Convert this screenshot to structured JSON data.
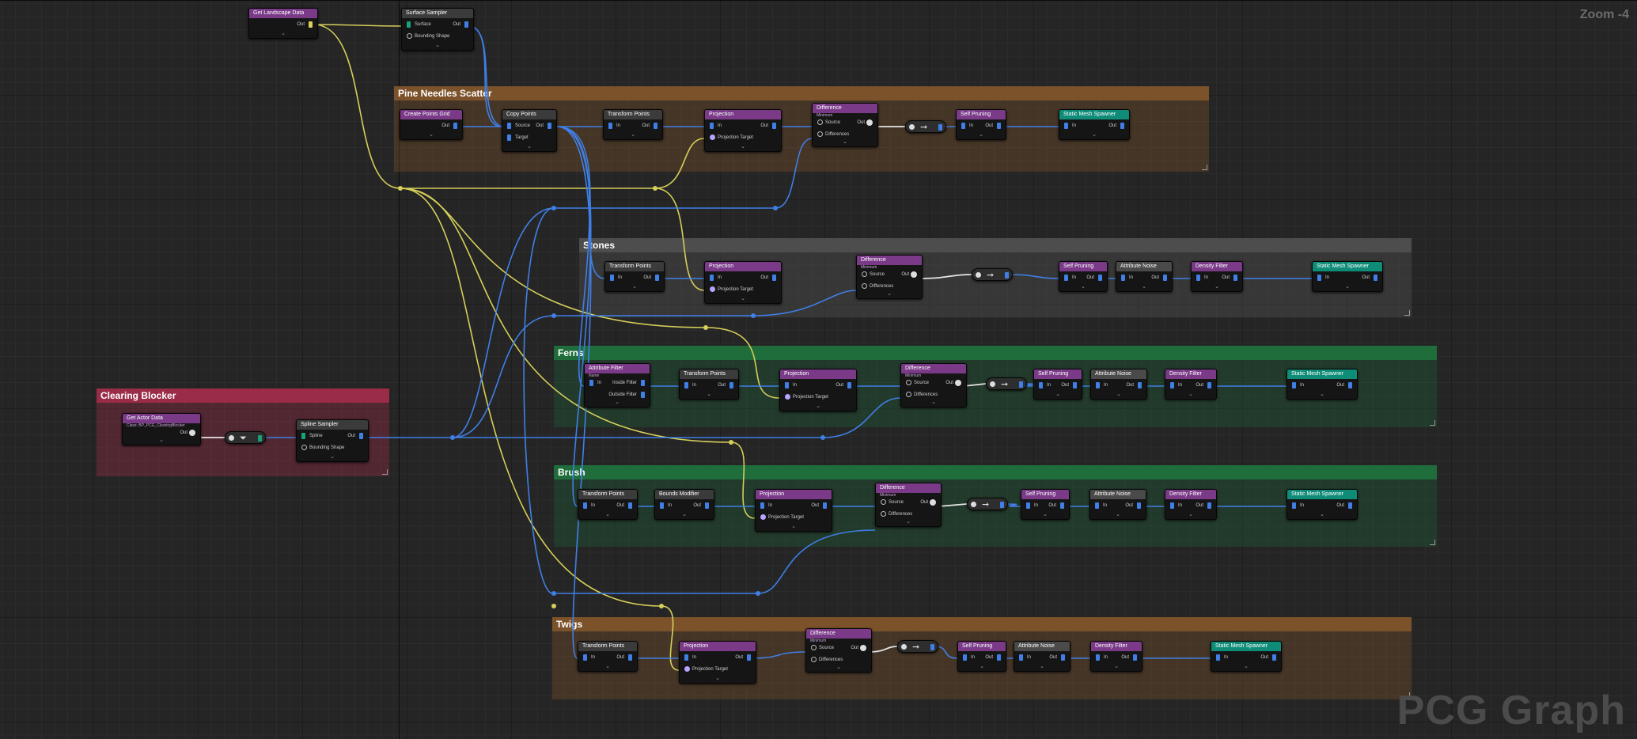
{
  "zoom_label": "Zoom -4",
  "graph_watermark": "PCG Graph",
  "colors": {
    "spatial_wire": "#3f7fe6",
    "landscape_wire": "#d6cf5a",
    "wire_white": "#e6e6e6",
    "header_purple": "#7a3a88",
    "header_teal": "#0f8c78",
    "header_grey": "#4a4a4a",
    "header_darkgrey": "#3b3b3b"
  },
  "comments": [
    {
      "id": "pine",
      "title": "Pine Needles Scatter",
      "color": "#7c522b"
    },
    {
      "id": "stones",
      "title": "Stones",
      "color": "#4d4d4d"
    },
    {
      "id": "ferns",
      "title": "Ferns",
      "color": "#1f6d3b"
    },
    {
      "id": "brush",
      "title": "Brush",
      "color": "#1f6d3b"
    },
    {
      "id": "twigs",
      "title": "Twigs",
      "color": "#7c522b"
    },
    {
      "id": "clearing",
      "title": "Clearing Blocker",
      "color": "#9a2c48"
    }
  ],
  "nodes": [
    {
      "title": "Get Landscape Data",
      "subtitle": "",
      "ins": [],
      "outs": [
        "Out"
      ]
    },
    {
      "title": "Surface Sampler",
      "subtitle": "",
      "ins": [
        "Surface"
      ],
      "outs": [
        "Out"
      ],
      "extra": [
        "Bounding Shape"
      ]
    },
    {
      "title": "Create Points Grid",
      "subtitle": "",
      "ins": [],
      "outs": [
        "Out"
      ]
    },
    {
      "title": "Copy Points",
      "subtitle": "",
      "ins": [
        "Source",
        "Target"
      ],
      "outs": [
        "Out"
      ]
    },
    {
      "title": "Transform Points",
      "subtitle": "",
      "ins": [
        "In"
      ],
      "outs": [
        "Out"
      ]
    },
    {
      "title": "Projection",
      "subtitle": "",
      "ins": [
        "In"
      ],
      "outs": [
        "Out"
      ],
      "extra": [
        "Projection Target"
      ]
    },
    {
      "title": "Difference",
      "subtitle": "Minimum",
      "ins": [
        "Source"
      ],
      "outs": [
        "Out"
      ],
      "extra": [
        "Differences"
      ]
    },
    {
      "title": "Self Pruning",
      "subtitle": "",
      "ins": [
        "In"
      ],
      "outs": [
        "Out"
      ]
    },
    {
      "title": "Static Mesh Spawner",
      "subtitle": "",
      "ins": [
        "In"
      ],
      "outs": [
        "Out"
      ]
    },
    {
      "title": "Attribute Noise",
      "subtitle": "",
      "ins": [
        "In"
      ],
      "outs": [
        "Out"
      ]
    },
    {
      "title": "Density Filter",
      "subtitle": "",
      "ins": [
        "In"
      ],
      "outs": [
        "Out"
      ]
    },
    {
      "title": "Attribute Filter",
      "subtitle": "Name",
      "ins": [
        "In"
      ],
      "outs": [
        "Inside Filter",
        "Outside Filter"
      ]
    },
    {
      "title": "Bounds Modifier",
      "subtitle": "",
      "ins": [
        "In"
      ],
      "outs": [
        "Out"
      ]
    },
    {
      "title": "Get Actor Data",
      "subtitle": "Class: BP_PCG_ClearingBlocker",
      "ins": [],
      "outs": [
        "Out"
      ]
    },
    {
      "title": "Spline Sampler",
      "subtitle": "",
      "ins": [
        "Spline"
      ],
      "outs": [
        "Out"
      ],
      "extra": [
        "Bounding Shape"
      ]
    }
  ]
}
